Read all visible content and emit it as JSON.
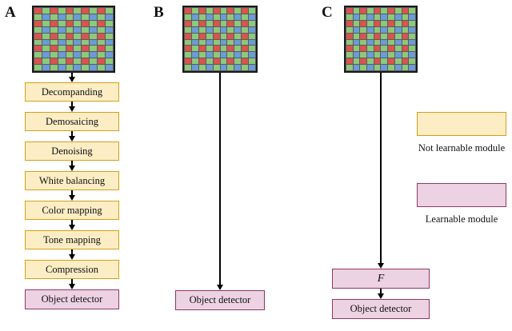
{
  "figure": {
    "panels": [
      {
        "letter": "A",
        "sensor": {
          "name": "bayer-sensor-image"
        },
        "steps": [
          {
            "label": "Decompanding",
            "kind": "not-learnable"
          },
          {
            "label": "Demosaicing",
            "kind": "not-learnable"
          },
          {
            "label": "Denoising",
            "kind": "not-learnable"
          },
          {
            "label": "White balancing",
            "kind": "not-learnable"
          },
          {
            "label": "Color mapping",
            "kind": "not-learnable"
          },
          {
            "label": "Tone mapping",
            "kind": "not-learnable"
          },
          {
            "label": "Compression",
            "kind": "not-learnable"
          },
          {
            "label": "Object detector",
            "kind": "learnable"
          }
        ]
      },
      {
        "letter": "B",
        "sensor": {
          "name": "bayer-sensor-image"
        },
        "steps": [
          {
            "label": "Object detector",
            "kind": "learnable"
          }
        ]
      },
      {
        "letter": "C",
        "sensor": {
          "name": "bayer-sensor-image"
        },
        "steps": [
          {
            "label": "F",
            "kind": "learnable"
          },
          {
            "label": "Object detector",
            "kind": "learnable"
          }
        ]
      }
    ]
  },
  "legend": {
    "items": [
      {
        "label": "Not learnable module",
        "kind": "not-learnable"
      },
      {
        "label": "Learnable module",
        "kind": "learnable"
      }
    ]
  },
  "colors": {
    "not_learnable_fill": "#fcedc4",
    "not_learnable_border": "#d4a017",
    "learnable_fill": "#ecd2e2",
    "learnable_border": "#8e3a62",
    "bayer_red": "#d9534f",
    "bayer_green": "#8cc97a",
    "bayer_blue": "#6b9bd8",
    "bayer_grid": "#5b5b5b",
    "arrow": "#000000"
  },
  "bayer_pattern": {
    "rows": 10,
    "cols": 10,
    "order": "RGGB",
    "description": "Bayer color filter array mosaic"
  }
}
